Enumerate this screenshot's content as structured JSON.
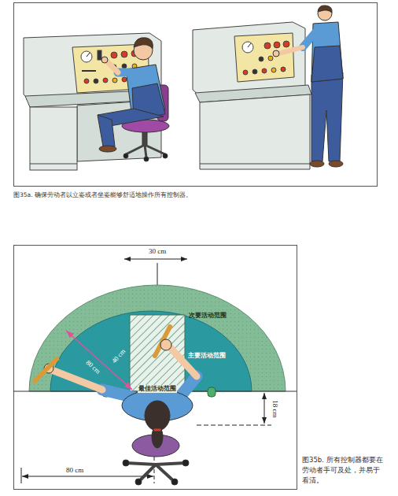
{
  "diagram": {
    "nodes": [
      {
        "text": [
          "次要活动范围"
        ]
      },
      {
        "text": [
          "主要活动范围"
        ],
        "in": 0
      },
      {
        "text": [
          "最佳活动范围"
        ],
        "in": 1
      }
    ],
    "labels": [
      "图35a. 确保劳动者以立姿或者坐姿能够舒适地操作所有控制器。",
      "30 cm",
      "40 cm",
      "80 cm",
      "18 cm",
      "80 cm",
      "图35b. 所有控制器都要在劳动者手可及处，并易于看清。"
    ]
  }
}
